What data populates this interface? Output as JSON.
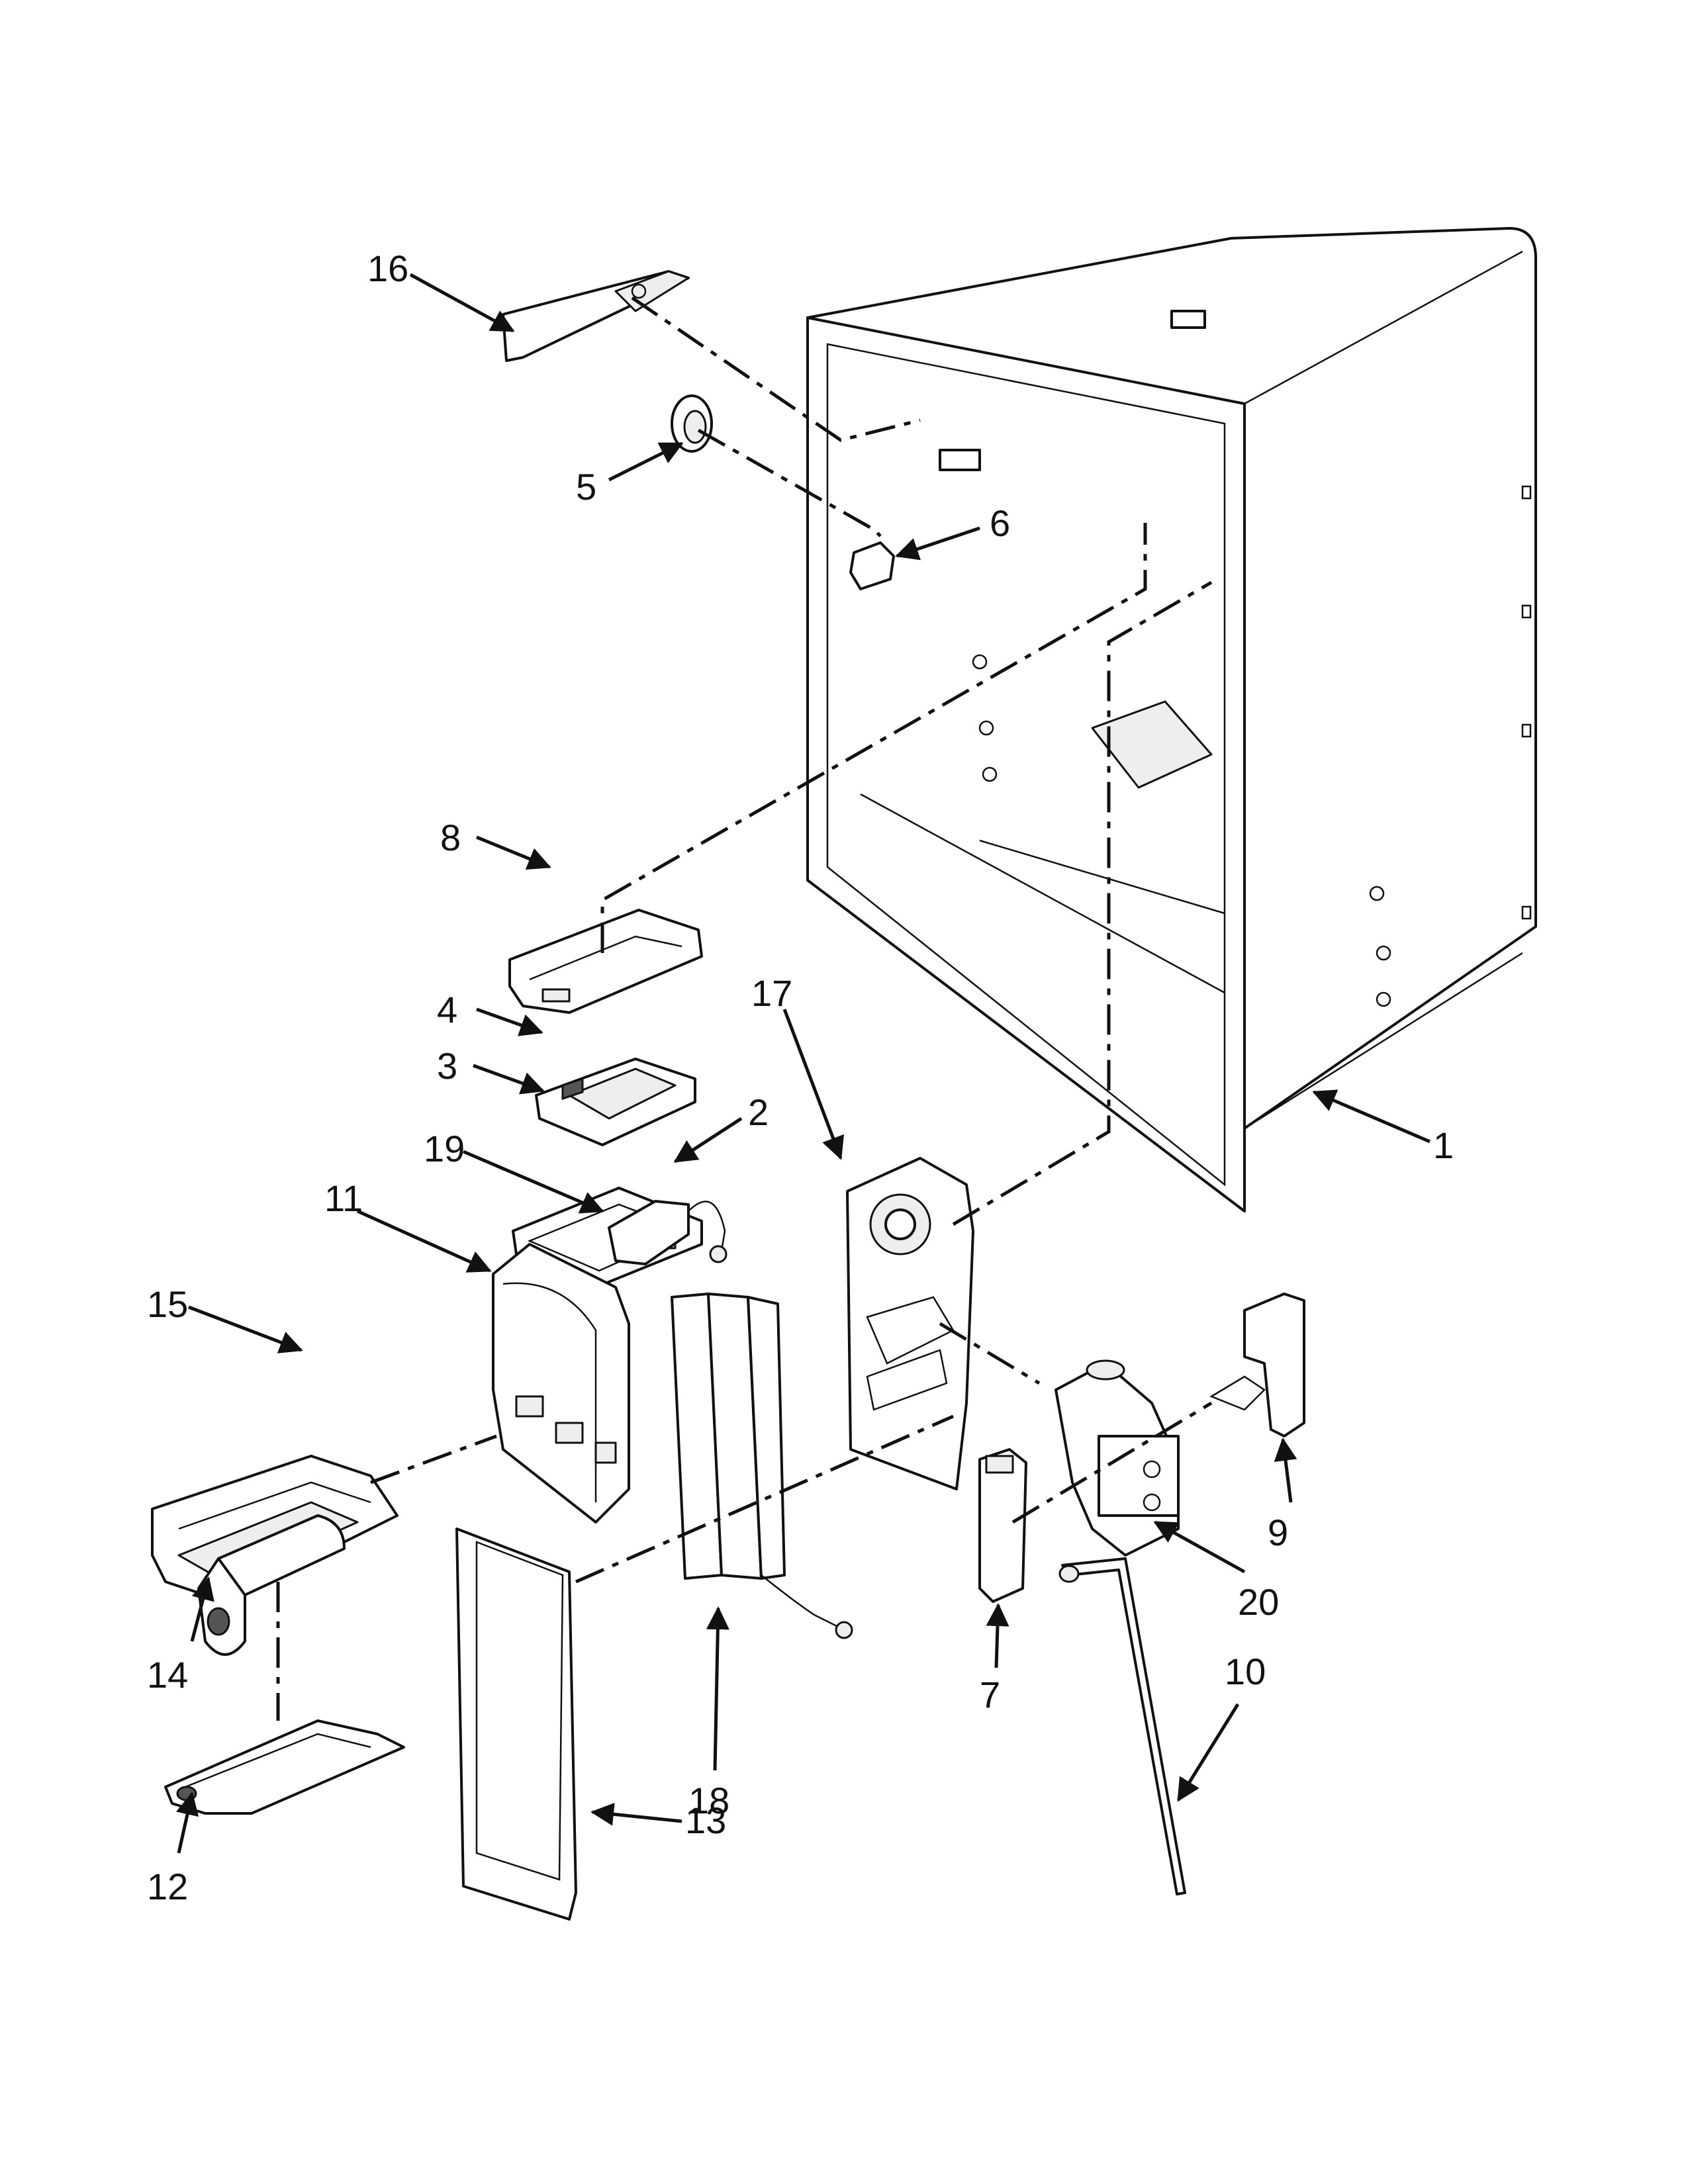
{
  "callouts": [
    {
      "id": "1",
      "label": "1"
    },
    {
      "id": "2",
      "label": "2"
    },
    {
      "id": "3",
      "label": "3"
    },
    {
      "id": "4",
      "label": "4"
    },
    {
      "id": "5",
      "label": "5"
    },
    {
      "id": "6",
      "label": "6"
    },
    {
      "id": "7",
      "label": "7"
    },
    {
      "id": "8",
      "label": "8"
    },
    {
      "id": "9",
      "label": "9"
    },
    {
      "id": "10",
      "label": "10"
    },
    {
      "id": "11",
      "label": "11"
    },
    {
      "id": "12",
      "label": "12"
    },
    {
      "id": "13",
      "label": "13"
    },
    {
      "id": "14",
      "label": "14"
    },
    {
      "id": "15",
      "label": "15"
    },
    {
      "id": "16",
      "label": "16"
    },
    {
      "id": "17",
      "label": "17"
    },
    {
      "id": "18",
      "label": "18"
    },
    {
      "id": "19",
      "label": "19"
    },
    {
      "id": "20",
      "label": "20"
    }
  ],
  "colors": {
    "line": "#111111",
    "background": "#ffffff",
    "shade": "#eeeeee"
  }
}
